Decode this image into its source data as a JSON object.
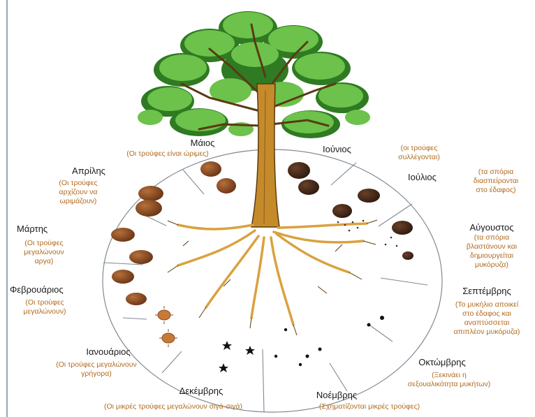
{
  "months": [
    {
      "name": "Μάιος",
      "note": [
        "(Οι τρούφες είναι ώριμες)"
      ]
    },
    {
      "name": "Ιούνιος",
      "note": [
        "(οι τρούφες",
        "συλλέγονται)"
      ]
    },
    {
      "name": "Απρίλης",
      "note": [
        "(Οι τρούφες",
        "αρχίζουν να",
        "ωριμάζουν)"
      ]
    },
    {
      "name": "Ιούλιος",
      "note": [
        "(τα σπόρια",
        "διασπείρονται",
        "στο έδαφος)"
      ]
    },
    {
      "name": "Μάρτης",
      "note": [
        "(Οι τρούφες",
        "μεγαλώνουν",
        "αργα)"
      ]
    },
    {
      "name": "Αύγουστος",
      "note": [
        "(τα σπόρια",
        "βλαστάνουν και",
        "δημιουργείται",
        "μυκόρυζα)"
      ]
    },
    {
      "name": "Φεβρουάριος",
      "note": [
        "(Οι τρούφες",
        "μεγαλώνουν)"
      ]
    },
    {
      "name": "Σεπτέμβρης",
      "note": [
        "(Το μυκήλιο αποικεί",
        "στο έδαφος και",
        "αναπτύσσεται",
        "απιπλέον μυκόρυζα)"
      ]
    },
    {
      "name": "Ιανουάριος",
      "note": [
        "(Οι τρούφες μεγαλώνουν",
        "γρήγορα)"
      ]
    },
    {
      "name": "Οκτώμβρης",
      "note": [
        "(Ξεκινάει η",
        "σεξουαλικότητα μυκήτων)"
      ]
    },
    {
      "name": "Δεκέμβρης",
      "note": [
        "(Οι μικρές τρούφες μεγαλώνουν σιγά-σιγά)"
      ]
    },
    {
      "name": "Νοέμβρης",
      "note": [
        "(Σχηματίζονται μικρές τρούφες)"
      ]
    }
  ],
  "colors": {
    "leaf": "#6cc24a",
    "leaf_dark": "#2f7a22",
    "trunk": "#c58a2a",
    "trunk_dark": "#5a3a12",
    "root": "#d9a23e",
    "truffle": "#8a4a22",
    "note_text": "#b06a1e",
    "circle": "#7f8a94"
  }
}
